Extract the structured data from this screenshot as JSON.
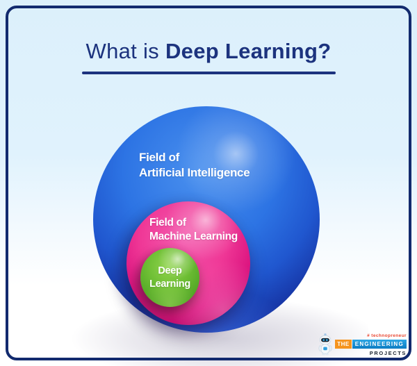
{
  "title": {
    "prefix": "What is",
    "emphasis": "Deep Learning?"
  },
  "diagram": {
    "outer_sphere": {
      "label_line1": "Field of",
      "label_line2": "Artificial Intelligence",
      "color": "#2d74e4"
    },
    "middle_sphere": {
      "label_line1": "Field of",
      "label_line2": "Machine Learning",
      "color": "#ef3796"
    },
    "inner_sphere": {
      "label_line1": "Deep",
      "label_line2": "Learning",
      "color": "#6cbd33"
    }
  },
  "branding": {
    "tagline": "# technopreneur",
    "name_part1": "THE",
    "name_part2": "ENGINEERING",
    "name_part3": "PROJECTS",
    "tagline_color": "#e8452f",
    "the_box_color": "#f5941e",
    "engineering_box_color": "#1492d6",
    "projects_text_color": "#1b2430",
    "robot_icon": "robot-mascot-icon"
  },
  "frame": {
    "border_color": "#122a6e",
    "title_color": "#1c337e",
    "background_top": "#dcf0fb",
    "background_bottom": "#ffffff"
  }
}
